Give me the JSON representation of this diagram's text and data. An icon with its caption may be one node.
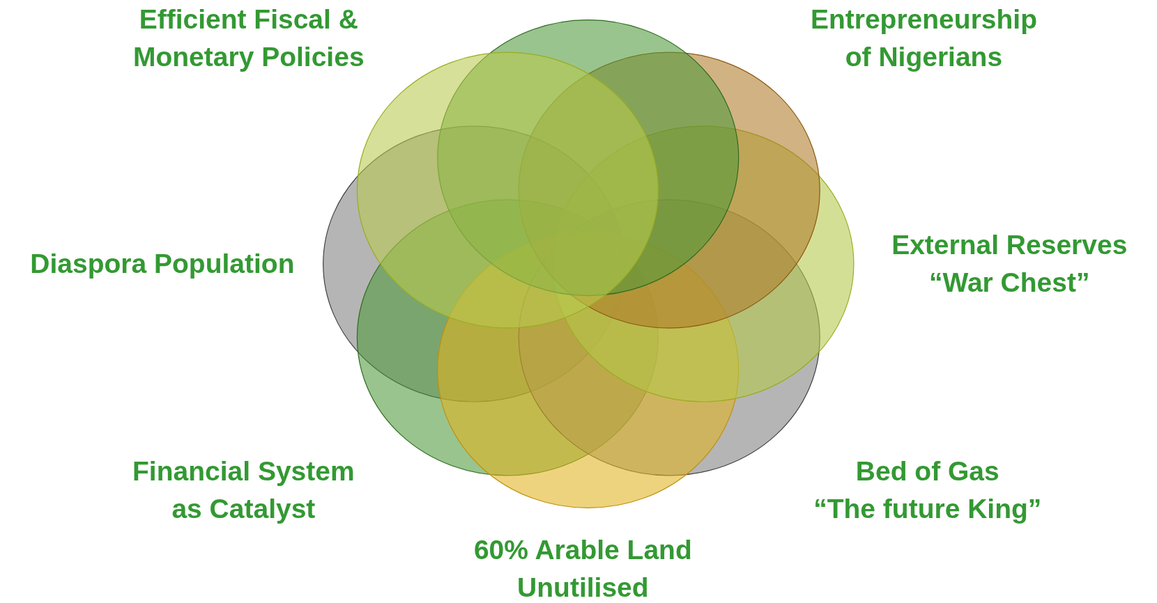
{
  "diagram": {
    "labels": [
      "Efficient Fiscal & Monetary Policies",
      "Entrepreneurship of Nigerians",
      "Diaspora Population",
      "External Reserves “War Chest”",
      "Financial System as Catalyst",
      "Bed of Gas “The future King”",
      "60% Arable Land Unutilised"
    ]
  }
}
